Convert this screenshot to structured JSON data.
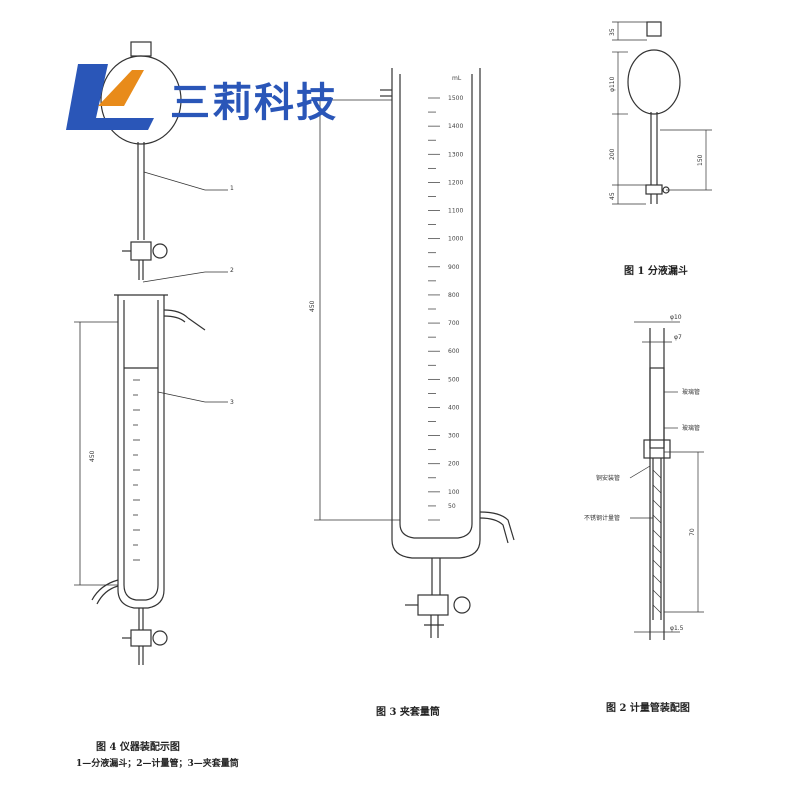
{
  "brand": {
    "name": "三莉科技",
    "accent": "#2a56b8",
    "logo_color": "#e88b1a"
  },
  "figure4": {
    "caption": "图 4   仪器装配示图",
    "legend": "1—分液漏斗；2—计量管；3—夹套量筒",
    "callouts": [
      "1",
      "2",
      "3"
    ],
    "dim_height": "450"
  },
  "figure3": {
    "caption": "图 3   夹套量筒",
    "unit": "mL",
    "dim_height": "450",
    "scale": [
      "1500",
      "1400",
      "1300",
      "1200",
      "1100",
      "1000",
      "900",
      "800",
      "700",
      "600",
      "500",
      "400",
      "300",
      "200",
      "100",
      "50"
    ]
  },
  "figure1": {
    "caption": "图 1   分液漏斗",
    "dims": [
      "35",
      "φ110",
      "200",
      "150",
      "45"
    ]
  },
  "figure2": {
    "caption": "图 2   计量管装配图",
    "dims": [
      "φ10",
      "φ7",
      "70",
      "φ1.5"
    ],
    "parts": [
      "玻璃管",
      "玻璃管",
      "铜安装管",
      "不锈钢计量管"
    ]
  }
}
